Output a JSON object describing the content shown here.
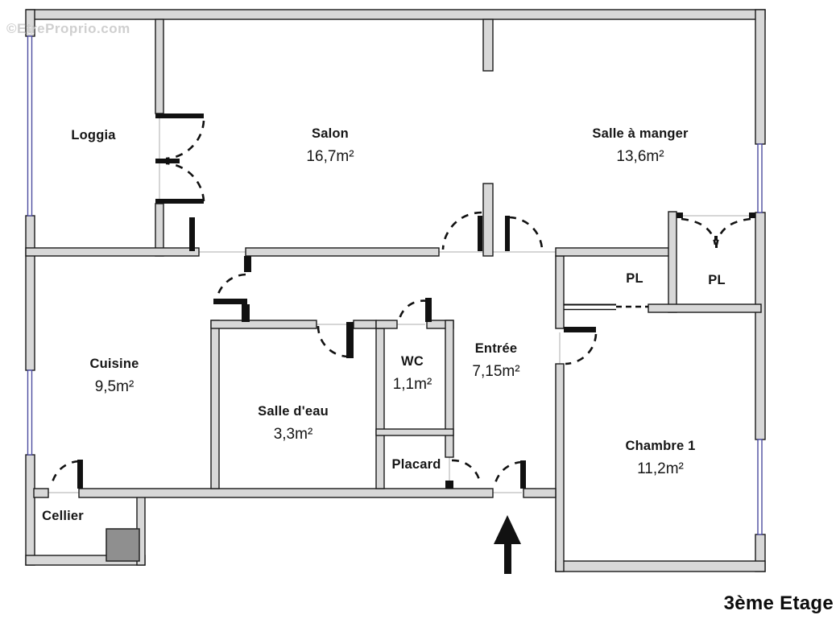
{
  "watermark": "©EtreProprio.com",
  "floor_label": "3ème Etage",
  "rooms": {
    "loggia": {
      "name": "Loggia",
      "area": ""
    },
    "salon": {
      "name": "Salon",
      "area": "16,7m²"
    },
    "salle_a_manger": {
      "name": "Salle à manger",
      "area": "13,6m²"
    },
    "pl_left": {
      "name": "PL",
      "area": ""
    },
    "pl_right": {
      "name": "PL",
      "area": ""
    },
    "cuisine": {
      "name": "Cuisine",
      "area": "9,5m²"
    },
    "salle_deau": {
      "name": "Salle d'eau",
      "area": "3,3m²"
    },
    "wc": {
      "name": "WC",
      "area": "1,1m²"
    },
    "entree": {
      "name": "Entrée",
      "area": "7,15m²"
    },
    "placard": {
      "name": "Placard",
      "area": ""
    },
    "chambre1": {
      "name": "Chambre 1",
      "area": "11,2m²"
    },
    "cellier": {
      "name": "Cellier",
      "area": ""
    }
  },
  "colors": {
    "wall_fill": "#d8d8d8",
    "wall_stroke": "#1a1a1a",
    "window": "#4b4b9e",
    "shaft_fill": "#8f8f8f",
    "arrow": "#111111"
  }
}
